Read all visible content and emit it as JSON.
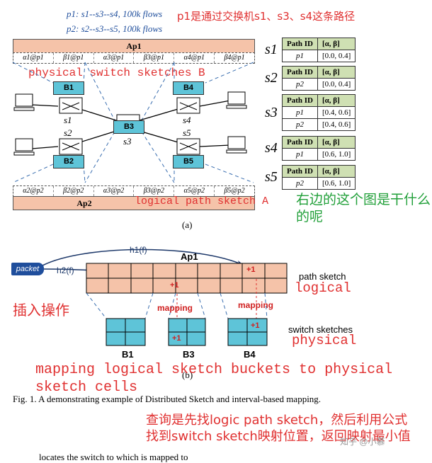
{
  "figure_a": {
    "flow_line_1": "p1: s1--s3--s4, 100k flows",
    "flow_line_2": "p2: s2--s3--s5, 100k flows",
    "top_sketch_label": "Ap1",
    "top_cells": [
      "α1@p1",
      "β1@p1",
      "α3@p1",
      "β3@p1",
      "α4@p1",
      "β4@p1"
    ],
    "bottom_sketch_label": "Ap2",
    "bottom_cells": [
      "α2@p2",
      "β2@p2",
      "α3@p2",
      "β3@p2",
      "α5@p2",
      "β5@p2"
    ],
    "switch_boxes": [
      "B1",
      "B2",
      "B3",
      "B4",
      "B5"
    ],
    "switch_names": [
      "s1",
      "s2",
      "s3",
      "s4",
      "s5"
    ],
    "panel_label": "(a)",
    "tables": [
      {
        "switch": "s1",
        "header": [
          "Path ID",
          "[α, β]"
        ],
        "rows": [
          [
            "p1",
            "[0.0, 0.4]"
          ]
        ]
      },
      {
        "switch": "s2",
        "header": [
          "Path ID",
          "[α, β]"
        ],
        "rows": [
          [
            "p2",
            "[0.0, 0.4]"
          ]
        ]
      },
      {
        "switch": "s3",
        "header": [
          "Path ID",
          "[α, β]"
        ],
        "rows": [
          [
            "p1",
            "[0.4, 0.6]"
          ],
          [
            "p2",
            "[0.4, 0.6]"
          ]
        ]
      },
      {
        "switch": "s4",
        "header": [
          "Path ID",
          "[α, β]"
        ],
        "rows": [
          [
            "p1",
            "[0.6, 1.0]"
          ]
        ]
      },
      {
        "switch": "s5",
        "header": [
          "Path ID",
          "[α, β]"
        ],
        "rows": [
          [
            "p2",
            "[0.6, 1.0]"
          ]
        ]
      }
    ]
  },
  "figure_b": {
    "packet_label": "packet",
    "h1_label": "h1(f)",
    "h2_label": "h2(f)",
    "path_label": "Ap1",
    "path_sketch_text": "path sketch",
    "switch_sketches_text": "switch sketches",
    "plus_one": "+1",
    "mapping_label": "mapping",
    "bucket_labels": [
      "B1",
      "B3",
      "B4"
    ],
    "panel_label": "(b)"
  },
  "annotations": {
    "path_note": "p1是通过交换机s1、s3、s4这条路径",
    "physical_switch_sketches": "physical switch sketches B",
    "logical_path_sketch": "logical path sketch A",
    "right_question": "右边的这个图是干什么的呢",
    "logical": "logical",
    "physical": "physical",
    "insert_op": "插入操作",
    "mapping_note": "mapping logical sketch buckets to physical sketch cells",
    "query_note": "查询是先找logic path sketch，然后利用公式找到switch sketch映射位置，返回映射最小值",
    "watermark": "知乎 @小慕"
  },
  "caption": {
    "text": "Fig. 1.   A demonstrating example of Distributed Sketch and interval-based mapping."
  },
  "bottom_text": "locates the switch    to which           is mapped to"
}
